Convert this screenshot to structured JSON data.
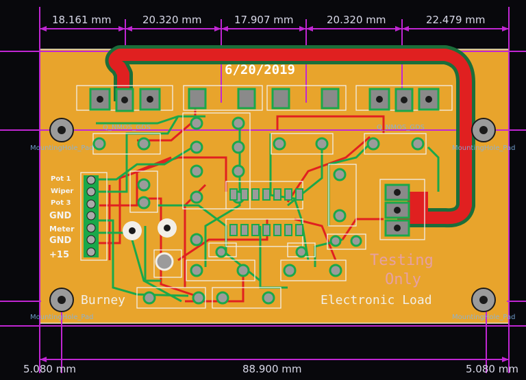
{
  "dimensions": {
    "top": [
      "18.161 mm",
      "20.320 mm",
      "17.907 mm",
      "20.320 mm",
      "22.479 mm"
    ],
    "bottom_left": "5.080 mm",
    "bottom_center": "88.900 mm",
    "bottom_right": "5.080 mm"
  },
  "board": {
    "date": "6/20/2019",
    "author": "Burney",
    "title": "Electronic Load",
    "watermark_line1": "Testing",
    "watermark_line2": "Only"
  },
  "connector": {
    "labels": [
      "Pot 1",
      "Wiper",
      "Pot 3",
      "GND",
      "Meter",
      "GND",
      "+15"
    ]
  },
  "mounting_holes": {
    "label": "MountingHole_Pad"
  },
  "footprints": {
    "mosfet_left": "Q_NMOS_GDS",
    "mosfet_right": "Q_NMOS_GDS"
  },
  "colors": {
    "board": "#e8a42c",
    "copper_red": "#e02020",
    "copper_green": "#1aa84a",
    "silkscreen": "#f2efe8",
    "dimension": "#c026d3"
  }
}
